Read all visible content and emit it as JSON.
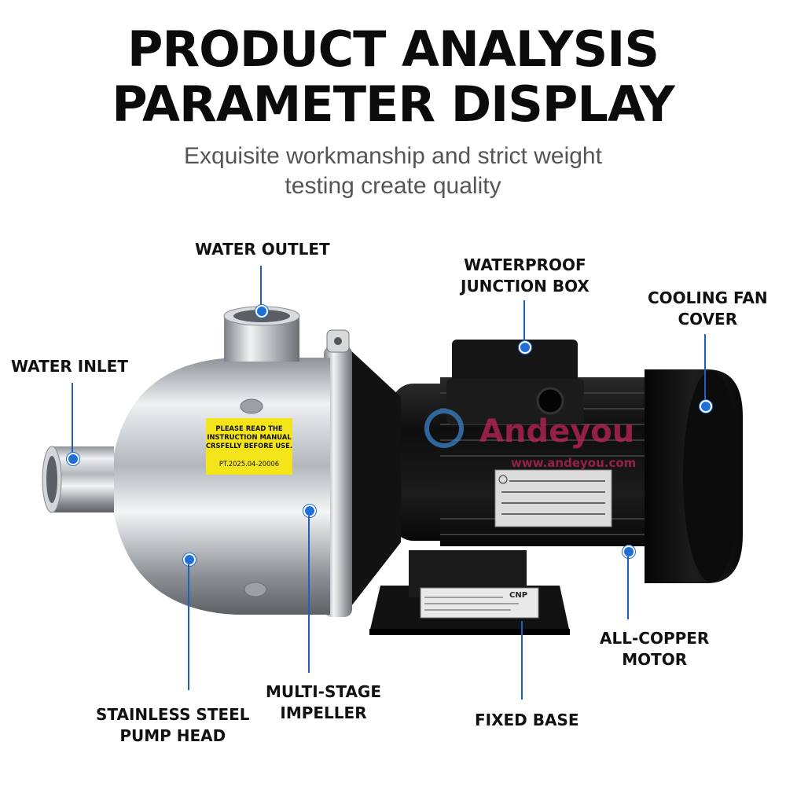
{
  "header": {
    "title_line1": "PRODUCT ANALYSIS",
    "title_line2": "PARAMETER DISPLAY",
    "subtitle_line1": "Exquisite workmanship and strict weight",
    "subtitle_line2": "testing create quality"
  },
  "callouts": {
    "water_outlet": "WATER OUTLET",
    "junction_box_line1": "WATERPROOF",
    "junction_box_line2": "JUNCTION BOX",
    "fan_cover_line1": "COOLING FAN",
    "fan_cover_line2": "COVER",
    "water_inlet": "WATER INLET",
    "motor_line1": "ALL-COPPER",
    "motor_line2": "MOTOR",
    "impeller_line1": "MULTI-STAGE",
    "impeller_line2": "IMPELLER",
    "pump_head_line1": "STAINLESS STEEL",
    "pump_head_line2": "PUMP HEAD",
    "fixed_base": "FIXED BASE"
  },
  "sticker": {
    "line1": "PLEASE READ THE",
    "line2": "INSTRUCTION MANUAL",
    "line3": "CRSFELLY BEFORE USE.",
    "line4": "PT.2025.04-20006"
  },
  "nameplate": {
    "brand": "CNP"
  },
  "watermark": {
    "name": "Andeyou",
    "url": "www.andeyou.com"
  },
  "colors": {
    "accent": "#1f6fd8",
    "sticker": "#f4e51a",
    "motor": "#141414",
    "steel": "#c9ccd0",
    "watermark": "#c0245a"
  }
}
